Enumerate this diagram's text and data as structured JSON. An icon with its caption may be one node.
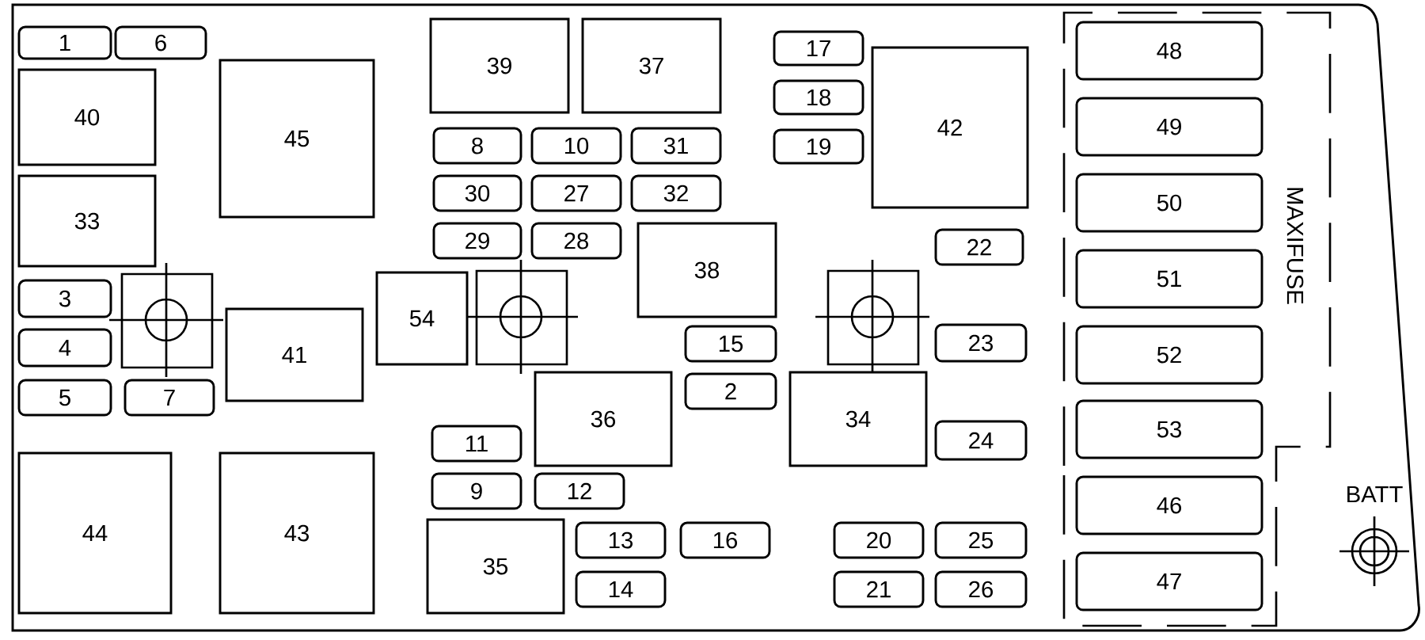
{
  "diagram": {
    "nodes": [
      {
        "text": [
          "1"
        ]
      },
      {
        "text": [
          "6"
        ]
      },
      {
        "text": [
          "39"
        ]
      },
      {
        "text": [
          "37"
        ]
      },
      {
        "text": [
          "17"
        ]
      },
      {
        "text": [
          "42"
        ]
      },
      {
        "text": [
          "48"
        ]
      },
      {
        "text": [
          "18"
        ]
      },
      {
        "text": [
          "40"
        ]
      },
      {
        "text": [
          "45"
        ]
      },
      {
        "text": [
          "8"
        ]
      },
      {
        "text": [
          "10"
        ]
      },
      {
        "text": [
          "31"
        ]
      },
      {
        "text": [
          "19"
        ]
      },
      {
        "text": [
          "49"
        ]
      },
      {
        "text": [
          "30"
        ]
      },
      {
        "text": [
          "27"
        ]
      },
      {
        "text": [
          "32"
        ]
      },
      {
        "text": [
          "50"
        ]
      },
      {
        "text": [
          "33"
        ]
      },
      {
        "text": [
          "29"
        ]
      },
      {
        "text": [
          "28"
        ]
      },
      {
        "text": [
          "38"
        ]
      },
      {
        "text": [
          "22"
        ]
      },
      {
        "text": [
          "51"
        ]
      },
      {
        "text": [
          "3"
        ]
      },
      {
        "text": [
          "54"
        ]
      },
      {
        "text": [
          "41"
        ]
      },
      {
        "text": [
          "23"
        ]
      },
      {
        "text": [
          "52"
        ]
      },
      {
        "text": [
          "4"
        ]
      },
      {
        "text": [
          "15"
        ]
      },
      {
        "text": [
          "5"
        ]
      },
      {
        "text": [
          "7"
        ]
      },
      {
        "text": [
          "36"
        ]
      },
      {
        "text": [
          "2"
        ]
      },
      {
        "text": [
          "34"
        ]
      },
      {
        "text": [
          "24"
        ]
      },
      {
        "text": [
          "53"
        ]
      },
      {
        "text": [
          "11"
        ]
      },
      {
        "text": [
          "9"
        ]
      },
      {
        "text": [
          "12"
        ]
      },
      {
        "text": [
          "44"
        ]
      },
      {
        "text": [
          "43"
        ]
      },
      {
        "text": [
          "35"
        ]
      },
      {
        "text": [
          "13"
        ]
      },
      {
        "text": [
          "16"
        ]
      },
      {
        "text": [
          "20"
        ]
      },
      {
        "text": [
          "25"
        ]
      },
      {
        "text": [
          "46"
        ]
      },
      {
        "text": [
          "14"
        ]
      },
      {
        "text": [
          "21"
        ]
      },
      {
        "text": [
          "26"
        ]
      },
      {
        "text": [
          "47"
        ]
      }
    ],
    "labels": [
      "MAXIFUSE",
      "BATT"
    ]
  }
}
